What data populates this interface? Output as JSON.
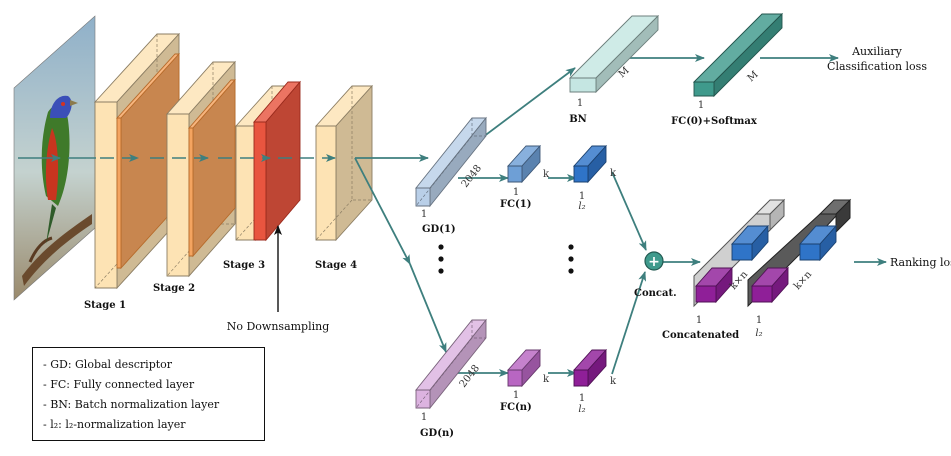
{
  "stages": [
    "Stage 1",
    "Stage 2",
    "Stage 3",
    "Stage 4"
  ],
  "no_downsampling": "No Downsampling",
  "branch_top": {
    "gd": "GD(1)",
    "gd_dim": "2048",
    "gd_one": "1",
    "fc": "FC(1)",
    "fc_dim": "k",
    "fc_one": "1",
    "l2": "l₂",
    "l2_dim": "k",
    "l2_one": "1"
  },
  "branch_bottom": {
    "gd": "GD(n)",
    "gd_dim": "2048",
    "gd_one": "1",
    "fc": "FC(n)",
    "fc_dim": "k",
    "fc_one": "1",
    "l2": "l₂",
    "l2_dim": "k",
    "l2_one": "1"
  },
  "aux": {
    "bn": "BN",
    "bn_dim": "M",
    "bn_one": "1",
    "fc0": "FC(0)+Softmax",
    "fc0_dim": "M",
    "fc0_one": "1",
    "loss_line1": "Auxiliary",
    "loss_line2": "Classification loss"
  },
  "concat": {
    "symbol": "+",
    "label": "Concat.",
    "block_label": "Concatenated",
    "block_dim": "k×n",
    "block_one": "1",
    "l2_label": "l₂",
    "l2_dim": "k×n",
    "l2_one": "1",
    "loss": "Ranking loss"
  },
  "legend": [
    "- GD: Global descriptor",
    "- FC: Fully connected layer",
    "- BN: Batch normalization layer",
    "- l₂: l₂-normalization layer"
  ],
  "colors": {
    "stage_light": "#fde3b4",
    "stage_orange": "#f4a460",
    "stage_red": "#e8553f",
    "arrow": "#3e7f7e",
    "blue_light": "#b9cfe8",
    "blue_mid": "#6e9fd6",
    "blue_dark": "#2f74c8",
    "purple_light": "#dcb3e0",
    "purple_mid": "#b866c2",
    "purple_dark": "#8f1f98",
    "teal_light": "#c5e6e2",
    "teal_dark": "#3f9a8c"
  }
}
